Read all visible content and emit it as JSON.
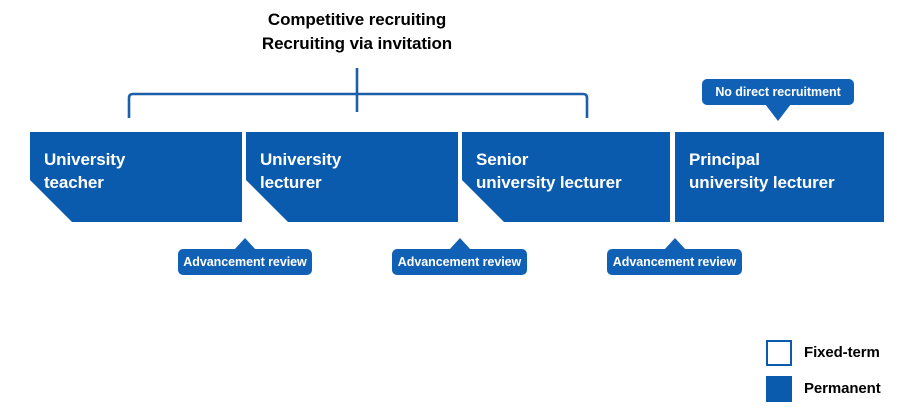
{
  "heading": {
    "line1": "Competitive recruiting",
    "line2": "Recruiting via invitation"
  },
  "career_path": {
    "boxes": [
      {
        "name": "university-teacher",
        "label": "University\nteacher",
        "fixed_term_marker": true
      },
      {
        "name": "university-lecturer",
        "label": "University\nlecturer",
        "fixed_term_marker": true
      },
      {
        "name": "senior-university-lecturer",
        "label": "Senior\nuniversity lecturer",
        "fixed_term_marker": true
      },
      {
        "name": "principal-university-lecturer",
        "label": "Principal\nuniversity lecturer",
        "fixed_term_marker": false
      }
    ]
  },
  "badges": {
    "advancement_review_1": "Advancement review",
    "advancement_review_2": "Advancement review",
    "advancement_review_3": "Advancement review",
    "no_direct_recruitment": "No direct recruitment"
  },
  "legend": {
    "items": [
      {
        "label": "Fixed-term",
        "style": "outline",
        "color": "#0A5BAE"
      },
      {
        "label": "Permanent",
        "style": "filled",
        "color": "#0A5BAE"
      }
    ]
  },
  "colors": {
    "box_blue": "#0A5BAE",
    "badge_blue": "#1061B5",
    "bracket_blue": "#1A5FA8",
    "text_light": "#FFFFFF",
    "text_dark": "#000000",
    "background": "#FFFFFF"
  }
}
